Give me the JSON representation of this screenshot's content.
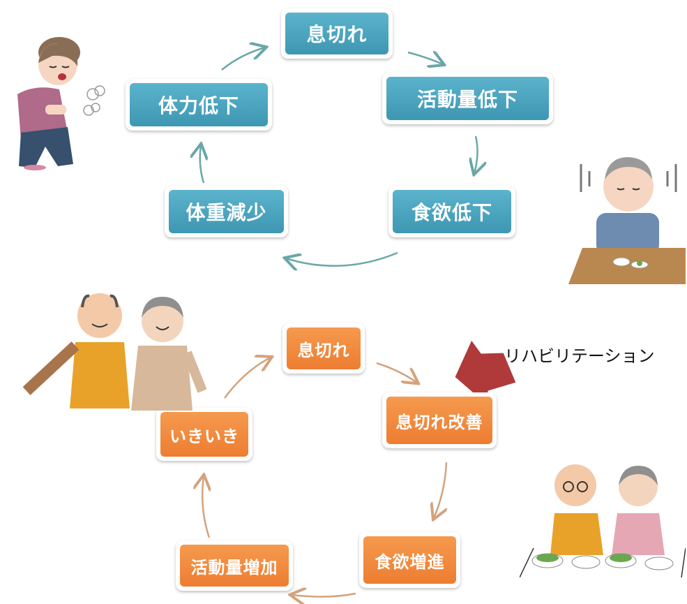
{
  "vicious_cycle": {
    "nodes": [
      {
        "id": "v1",
        "label": "息切れ"
      },
      {
        "id": "v2",
        "label": "活動量低下"
      },
      {
        "id": "v3",
        "label": "食欲低下"
      },
      {
        "id": "v4",
        "label": "体重減少"
      },
      {
        "id": "v5",
        "label": "体力低下"
      }
    ],
    "color": "#4aa3bd"
  },
  "virtuous_cycle": {
    "nodes": [
      {
        "id": "g1",
        "label": "息切れ"
      },
      {
        "id": "g2",
        "label": "息切れ改善"
      },
      {
        "id": "g3",
        "label": "食欲増進"
      },
      {
        "id": "g4",
        "label": "活動量増加"
      },
      {
        "id": "g5",
        "label": "いきいき"
      }
    ],
    "color": "#ed7d31"
  },
  "intervention": {
    "label": "リハビリテーション",
    "arrow_color": "#b03a3a"
  },
  "illustrations": [
    {
      "name": "tired-woman-icon"
    },
    {
      "name": "sad-elderly-man-eating-icon"
    },
    {
      "name": "happy-elderly-couple-icon"
    },
    {
      "name": "elderly-couple-eating-icon"
    }
  ]
}
